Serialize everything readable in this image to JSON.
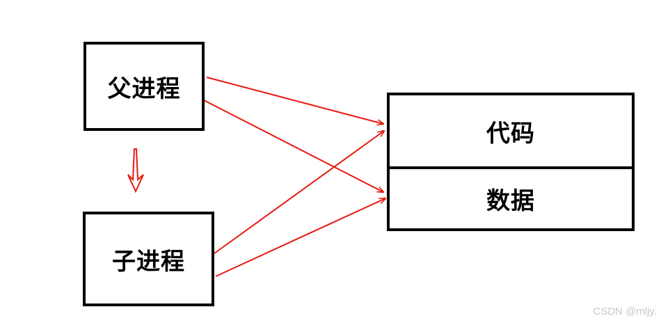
{
  "diagram": {
    "parent_process": "父进程",
    "child_process": "子进程",
    "memory": {
      "code": "代码",
      "data": "数据"
    },
    "arrow_color": "#e8190f",
    "box_border_color": "#000000"
  },
  "watermark": "CSDN @mljy."
}
